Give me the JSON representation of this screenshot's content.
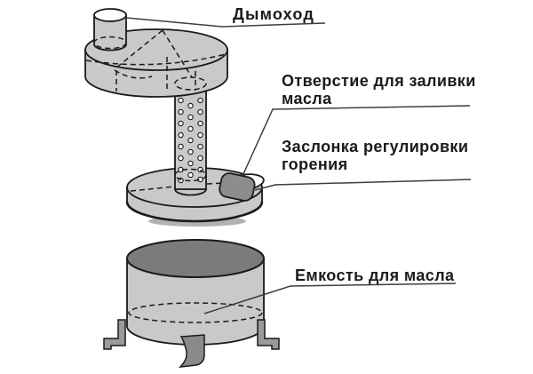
{
  "figure": {
    "labels": {
      "chimney": "Дымоход",
      "fill_hole_line1": "Отверстие для заливки",
      "fill_hole_line2": "масла",
      "damper_line1": "Заслонка регулировки",
      "damper_line2": "горения",
      "container": "Емкость для масла"
    },
    "colors": {
      "background": "#ffffff",
      "metal_light": "#c9c9c9",
      "metal_dark": "#7b7b7b",
      "damper_gray": "#8d8d8d",
      "leg_gray": "#9a9a9a",
      "leg_dark": "#8a8a8a",
      "shadow_gray": "#a4a4a4",
      "outline": "#1a1a1a",
      "leader": "#3d3d3d"
    }
  }
}
